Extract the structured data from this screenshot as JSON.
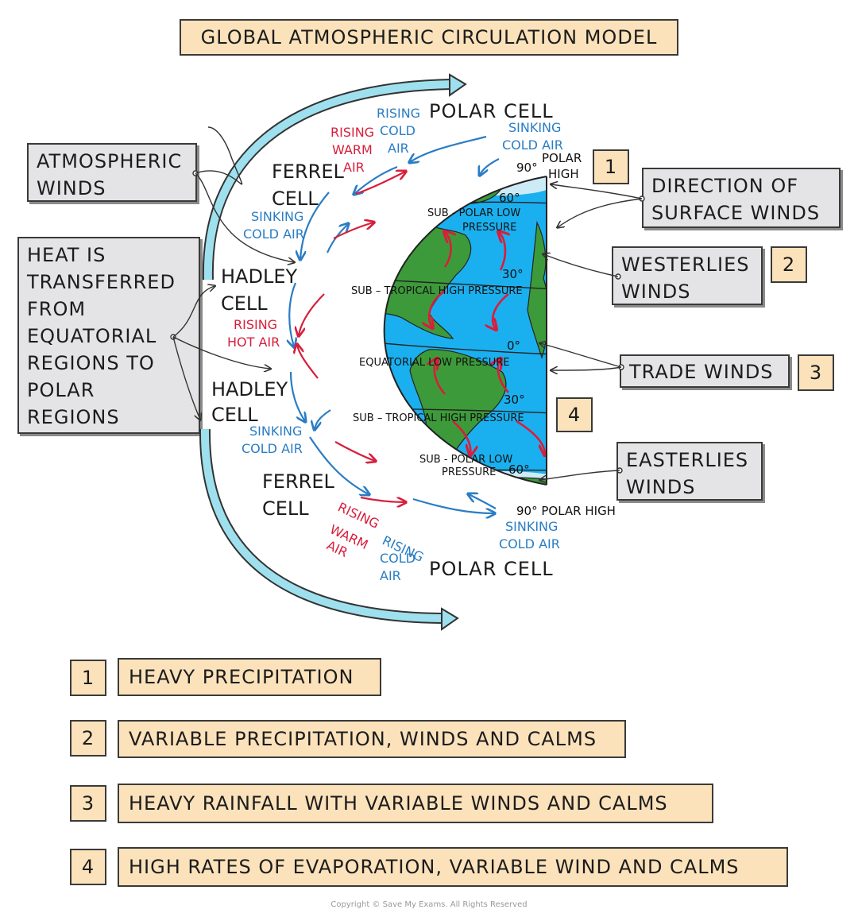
{
  "title": "GLOBAL ATMOSPHERIC CIRCULATION MODEL",
  "side_labels": {
    "atmospheric_winds": [
      "ATMOSPHERIC",
      "WINDS"
    ],
    "heat_transfer": [
      "HEAT IS",
      "TRANSFERRED",
      "FROM",
      "EQUATORIAL",
      "REGIONS TO",
      "POLAR",
      "REGIONS"
    ],
    "surface_winds": [
      "DIRECTION OF",
      "SURFACE WINDS"
    ],
    "westerlies": [
      "WESTERLIES",
      "WINDS"
    ],
    "trade": "TRADE WINDS",
    "easterlies": [
      "EASTERLIES",
      "WINDS"
    ]
  },
  "cells": {
    "polar_top": "POLAR CELL",
    "ferrel_top": [
      "FERREL",
      "CELL"
    ],
    "hadley_top": [
      "HADLEY",
      "CELL"
    ],
    "hadley_bottom": [
      "HADLEY",
      "CELL"
    ],
    "ferrel_bottom": [
      "FERREL",
      "CELL"
    ],
    "polar_bottom": "POLAR CELL"
  },
  "air_labels": {
    "rising_cold_top": [
      "RISING",
      "COLD",
      "AIR"
    ],
    "rising_warm_top": [
      "RISING",
      "WARM",
      "AIR"
    ],
    "sinking_cold_polar_top": [
      "SINKING",
      "COLD AIR"
    ],
    "sinking_cold_ferrel_top": [
      "SINKING",
      "COLD AIR"
    ],
    "rising_hot": [
      "RISING",
      "HOT AIR"
    ],
    "sinking_cold_hadley_bottom": [
      "SINKING",
      "COLD AIR"
    ],
    "rising_warm_bottom": [
      "RISING",
      "WARM",
      "AIR"
    ],
    "rising_cold_bottom": [
      "RISING",
      "COLD",
      "AIR"
    ],
    "sinking_cold_polar_bottom": [
      "SINKING",
      "COLD AIR"
    ]
  },
  "globe_labels": {
    "lat_90_top": "90°",
    "polar_high_top": [
      "POLAR",
      "HIGH"
    ],
    "lat_60_top": "60°",
    "subpolar_top": [
      "SUB - POLAR LOW",
      "PRESSURE"
    ],
    "lat_30_top": "30°",
    "subtropical_top": "SUB – TROPICAL HIGH PRESSURE",
    "lat_0": "0°",
    "equatorial": "EQUATORIAL LOW PRESSURE",
    "lat_30_bottom": "30°",
    "subtropical_bottom": "SUB – TROPICAL HIGH PRESSURE",
    "subpolar_bottom": [
      "SUB - POLAR LOW",
      "PRESSURE"
    ],
    "lat_60_bottom": "60°",
    "polar_high_bottom": "90° POLAR HIGH"
  },
  "markers": [
    "1",
    "2",
    "3",
    "4"
  ],
  "key": [
    {
      "num": "1",
      "text": "HEAVY PRECIPITATION"
    },
    {
      "num": "2",
      "text": "VARIABLE PRECIPITATION, WINDS AND CALMS"
    },
    {
      "num": "3",
      "text": "HEAVY RAINFALL WITH VARIABLE WINDS AND CALMS"
    },
    {
      "num": "4",
      "text": "HIGH RATES OF EVAPORATION, VARIABLE WIND AND CALMS"
    }
  ],
  "copyright": "Copyright © Save My Exams. All Rights Reserved",
  "colors": {
    "ocean": "#1ab0ef",
    "land": "#3d9a3a",
    "cold_air": "#2a7dc4",
    "warm_air": "#d81e3c",
    "heat_arrow": "#9fe0ee",
    "box_orange": "#fbe2bb",
    "box_grey": "#e4e4e6"
  }
}
